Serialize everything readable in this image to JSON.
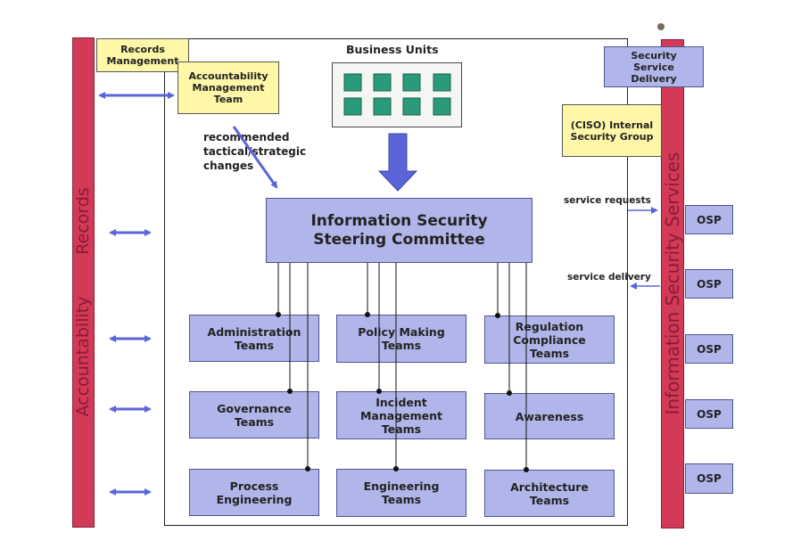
{
  "diagram": {
    "left_bar_label_1": "Accountability",
    "left_bar_label_2": "Records",
    "right_bar_label": "Information Security Services",
    "records_management": "Records Management",
    "accountability_team": "Accountability Management Team",
    "business_units": "Business Units",
    "recommended_changes": "recommended tactical/strategic changes",
    "steering_committee": "Information Security Steering Committee",
    "security_service_delivery": "Security Service Delivery",
    "internal_security_group": "(CISO) Internal Security Group",
    "service_requests": "service requests",
    "service_delivery": "service delivery",
    "teams": [
      "Administration Teams",
      "Policy Making Teams",
      "Regulation Compliance Teams",
      "Governance Teams",
      "Incident Management Teams",
      "Awareness",
      "Process Engineering",
      "Engineering Teams",
      "Architecture Teams"
    ],
    "osp": [
      "OSP",
      "OSP",
      "OSP",
      "OSP",
      "OSP"
    ],
    "colors": {
      "bar_red": "#d23a58",
      "box_blue": "#b0b6ea",
      "note_yellow": "#fff7a8",
      "arrow_blue": "#5a66d8",
      "unit_green": "#2a9a7a"
    }
  }
}
